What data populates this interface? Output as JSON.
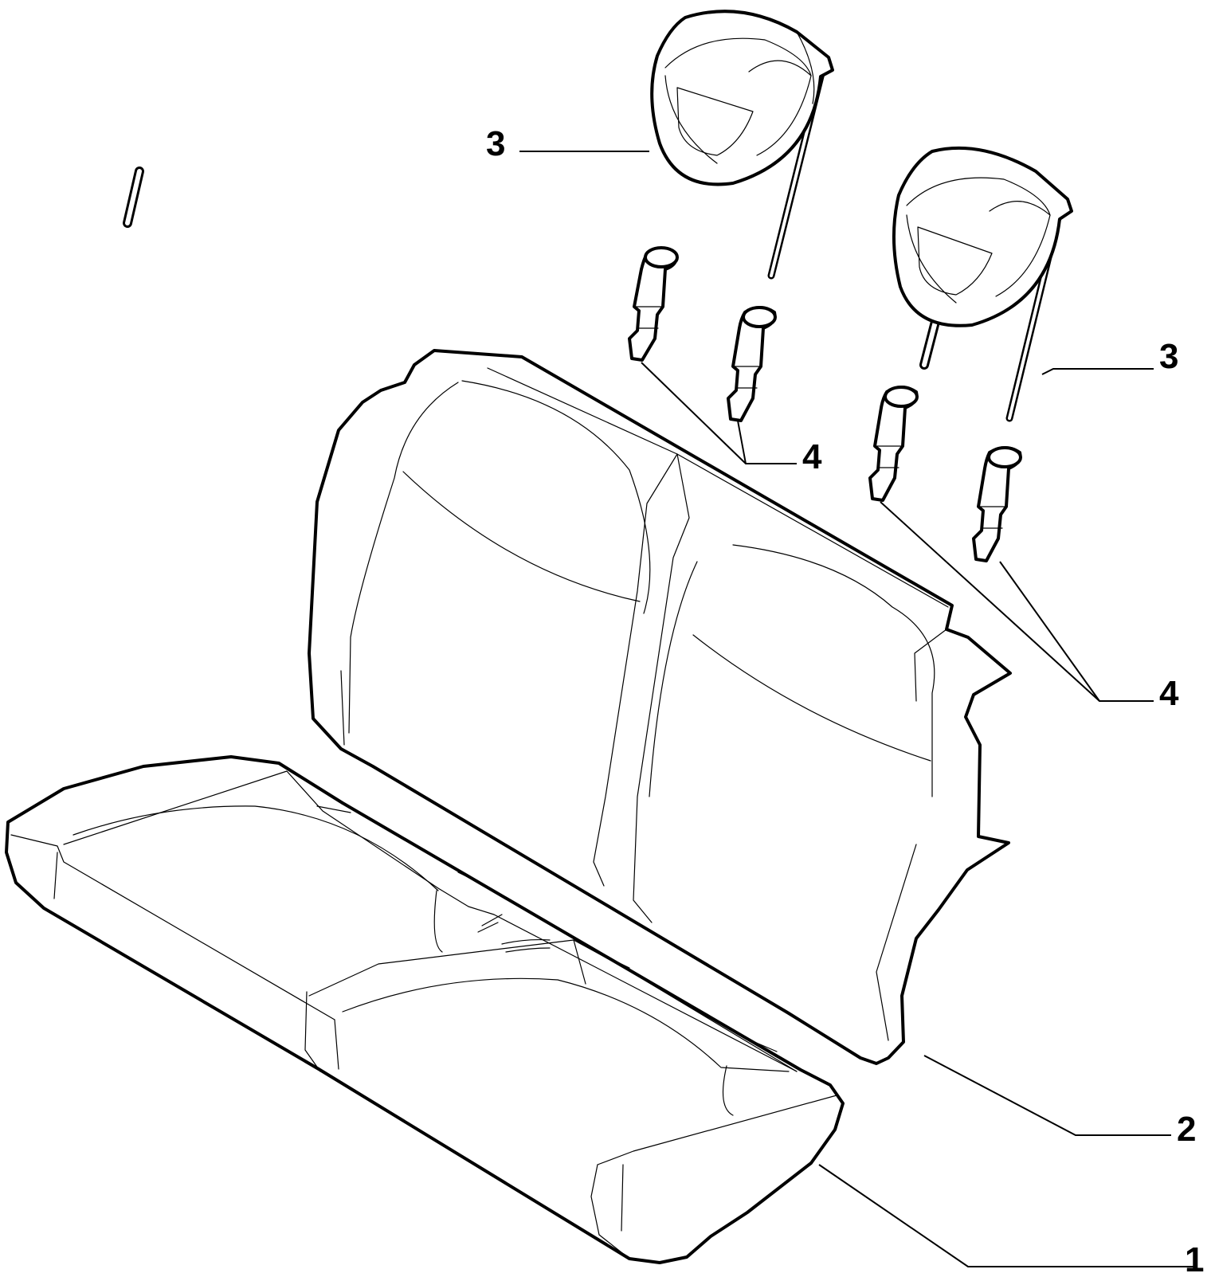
{
  "callouts": [
    {
      "id": "headrest-left",
      "label": "3"
    },
    {
      "id": "headrest-right",
      "label": "3"
    },
    {
      "id": "guides-left",
      "label": "4"
    },
    {
      "id": "guides-right",
      "label": "4"
    },
    {
      "id": "backrest",
      "label": "2"
    },
    {
      "id": "cushion",
      "label": "1"
    }
  ]
}
